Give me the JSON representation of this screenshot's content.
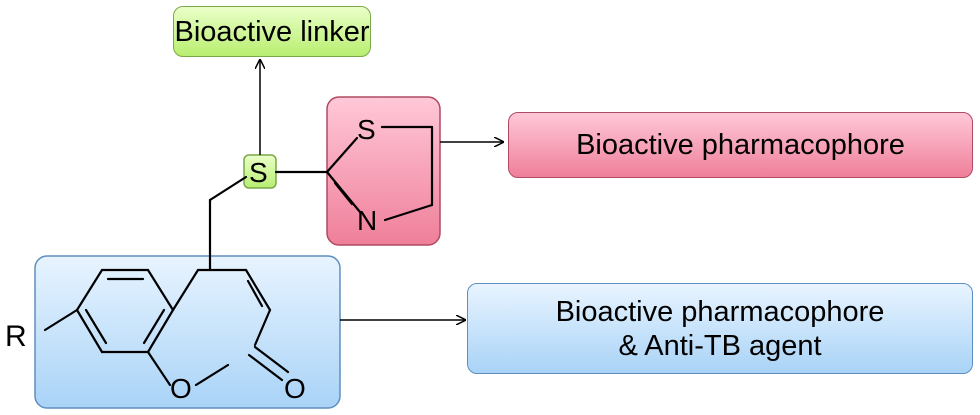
{
  "labels": {
    "linker": "Bioactive linker",
    "pharmacophore": "Bioactive pharmacophore",
    "antitb_line1": "Bioactive pharmacophore",
    "antitb_line2": "& Anti-TB agent"
  },
  "atoms": {
    "linker_s": "S",
    "ring_s": "S",
    "ring_n": "N",
    "r_group": "R",
    "ring_o": "O",
    "carbonyl_o": "O"
  },
  "colors": {
    "linker_box": "#b8ee70",
    "pharmacophore_box": "#ef7f9a",
    "antitb_box": "#a9d3f7"
  }
}
